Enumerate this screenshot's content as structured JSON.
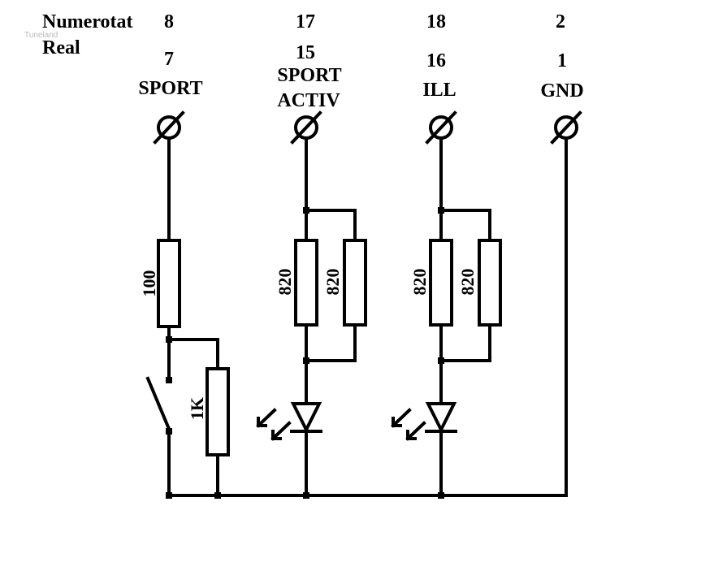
{
  "header": {
    "numerotat_label": "Numerotat",
    "real_label": "Real",
    "watermark": "Tuneland"
  },
  "terminals": [
    {
      "numerotat": "8",
      "real": "7",
      "name_line1": "SPORT",
      "name_line2": ""
    },
    {
      "numerotat": "17",
      "real": "15",
      "name_line1": "SPORT",
      "name_line2": "ACTIV"
    },
    {
      "numerotat": "18",
      "real": "16",
      "name_line1": "ILL",
      "name_line2": ""
    },
    {
      "numerotat": "2",
      "real": "1",
      "name_line1": "GND",
      "name_line2": ""
    }
  ],
  "components": {
    "r_sport": "100",
    "r_pulldown": "1K",
    "r_activ_a": "820",
    "r_activ_b": "820",
    "r_ill_a": "820",
    "r_ill_b": "820"
  },
  "colors": {
    "ink": "#000000",
    "background": "#ffffff"
  }
}
